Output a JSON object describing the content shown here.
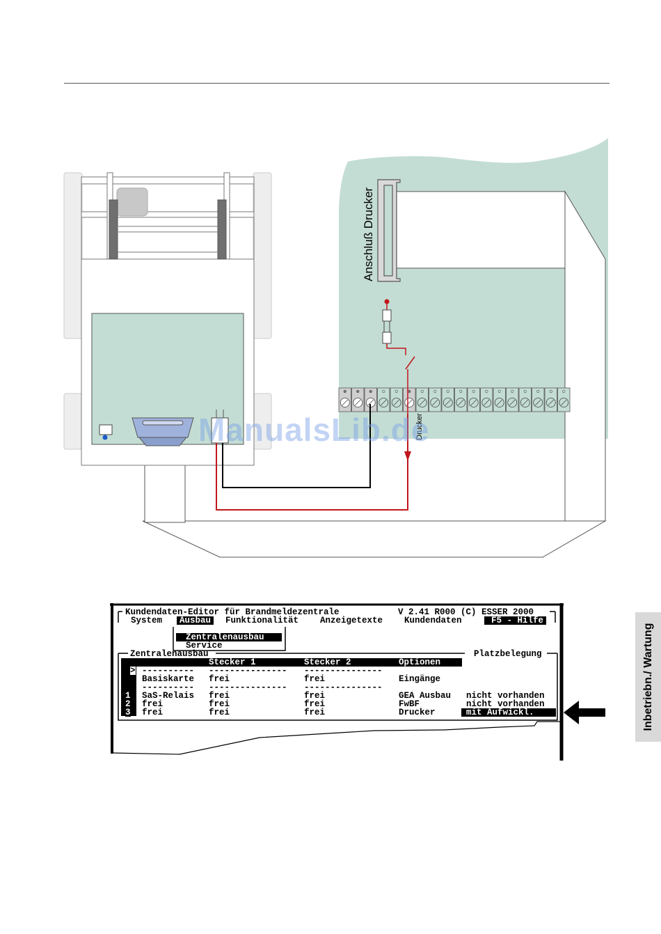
{
  "diagram": {
    "connector_label": "Anschluß Drucker",
    "terminal_label": "Drucker"
  },
  "watermark": "ManualsLib.de",
  "side_tab": "Inbetriebn./ Wartung",
  "screen": {
    "title": "Kundendaten-Editor für Brandmeldezentrale",
    "version": "V 2.41 R000 (C) ESSER 2000",
    "menu": {
      "system": "System",
      "ausbau": "Ausbau",
      "funktionalitaet": "Funktionalität",
      "anzeigetexte": "Anzeigetexte",
      "kundendaten": "Kundendaten",
      "hilfe": "F5 - Hilfe"
    },
    "submenu": {
      "zentralenausbau": "Zentralenausbau",
      "service": "Service"
    },
    "panel_left_title": "Zentralenausbau",
    "panel_right_title": "Platzbelegung",
    "table": {
      "headers": [
        "Stecker 1",
        "Stecker 2",
        "Optionen"
      ],
      "cursor": ">",
      "dashes_a": "----------",
      "dashes_b": "---------------",
      "dashes_c": "---------------",
      "basis_row": {
        "name": "Basiskarte",
        "s1": "frei",
        "s2": "frei",
        "opt": "Eingänge"
      },
      "rows": [
        {
          "num": "1",
          "name": "SaS-Relais",
          "s1": "frei",
          "s2": "frei",
          "opt": "GEA Ausbau",
          "val": "nicht vorhanden"
        },
        {
          "num": "2",
          "name": "frei",
          "s1": "frei",
          "s2": "frei",
          "opt": "FwBF",
          "val": "nicht vorhanden"
        },
        {
          "num": "3",
          "name": "frei",
          "s1": "frei",
          "s2": "frei",
          "opt": "Drucker",
          "val": "mit Aufwickl."
        }
      ]
    }
  },
  "colors": {
    "board_green": "#c4ddd4",
    "wire_red": "#c0161b",
    "wire_black": "#000000",
    "connector_blue": "#9fb2dc",
    "led_blue": "#1d5bc8"
  },
  "icons": {
    "pointer": "arrow-left-icon"
  }
}
